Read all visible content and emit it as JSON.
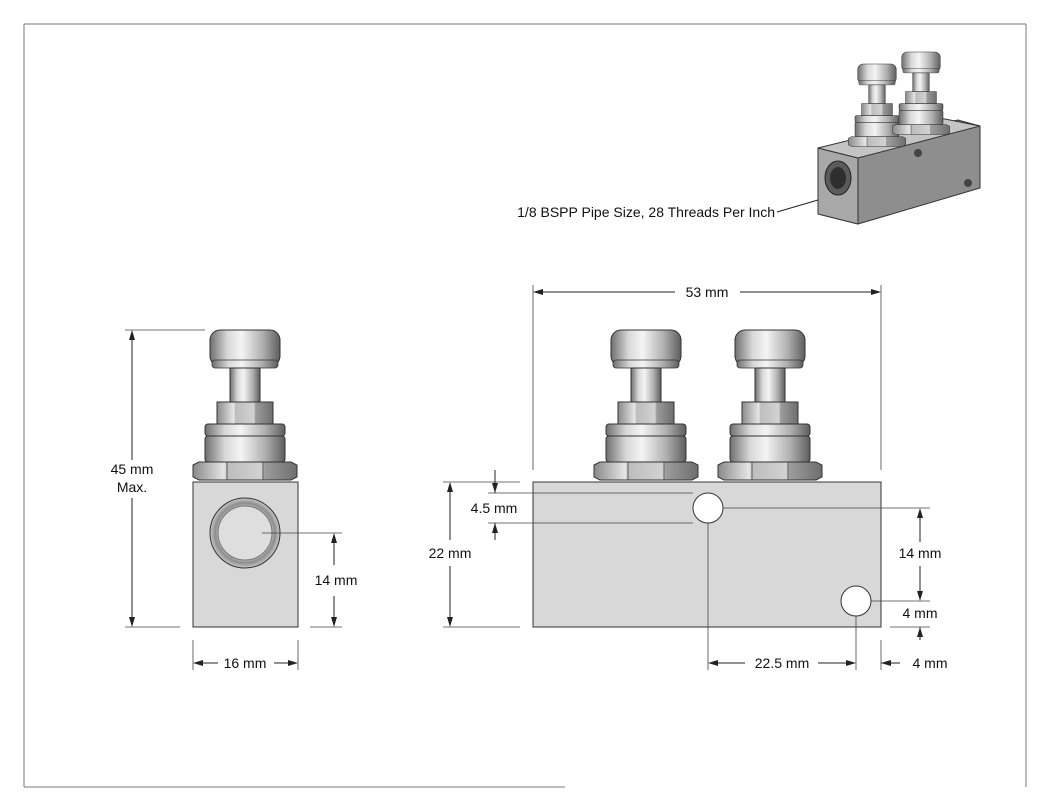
{
  "callout": {
    "pipe_size": "1/8 BSPP Pipe Size, 28 Threads Per Inch"
  },
  "dimensions": {
    "overall_width": "53 mm",
    "height_max_value": "45 mm",
    "height_max_note": "Max.",
    "side_width": "16 mm",
    "side_port_height": "14 mm",
    "top_hole_offset": "4.5 mm",
    "block_height": "22 mm",
    "hole_spacing_vertical": "14 mm",
    "hole_edge_vertical": "4 mm",
    "hole_spacing_horizontal": "22.5 mm",
    "hole_edge_horizontal": "4 mm"
  },
  "colors": {
    "body": "#d6d6d6",
    "metal_light": "#e4e4e4",
    "metal_dark": "#7a7a7a",
    "iso_body": "#9a9a9a"
  }
}
